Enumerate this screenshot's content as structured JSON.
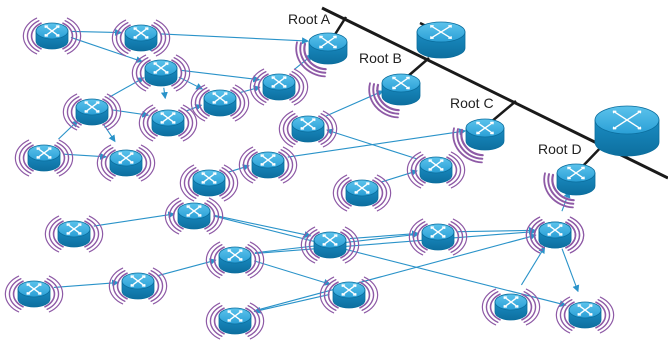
{
  "colors": {
    "backbone": "#1a1a1a",
    "link": "#2a93c9",
    "wave": "#8e5aa6",
    "router_top": "#3fb0df",
    "router_side": "#1380b5",
    "router_edge": "#0b6e9e",
    "router_arrows": "#ffffff"
  },
  "roots": [
    {
      "id": "root-a",
      "label": "Root A"
    },
    {
      "id": "root-b",
      "label": "Root B"
    },
    {
      "id": "root-c",
      "label": "Root C"
    },
    {
      "id": "root-d",
      "label": "Root D"
    }
  ],
  "backbone_routers": [
    {
      "id": "core-router-small"
    },
    {
      "id": "core-router-large"
    }
  ],
  "mesh_nodes": [
    {
      "id": "n1"
    },
    {
      "id": "n2"
    },
    {
      "id": "n3"
    },
    {
      "id": "n4"
    },
    {
      "id": "n5"
    },
    {
      "id": "n6"
    },
    {
      "id": "n7"
    },
    {
      "id": "n8"
    },
    {
      "id": "n9"
    },
    {
      "id": "n10"
    },
    {
      "id": "n11"
    },
    {
      "id": "n12"
    },
    {
      "id": "n13"
    },
    {
      "id": "n14"
    },
    {
      "id": "n15"
    },
    {
      "id": "n16"
    },
    {
      "id": "n17"
    },
    {
      "id": "n18"
    },
    {
      "id": "n19"
    },
    {
      "id": "n20"
    },
    {
      "id": "n21"
    },
    {
      "id": "n22"
    },
    {
      "id": "n23"
    },
    {
      "id": "n24"
    },
    {
      "id": "n25"
    },
    {
      "id": "n26"
    },
    {
      "id": "n27"
    }
  ],
  "links": [
    {
      "from": "n1",
      "to": "n2"
    },
    {
      "from": "n1",
      "to": "n3"
    },
    {
      "from": "n2",
      "to": "n3"
    },
    {
      "from": "n2",
      "to": "root-a"
    },
    {
      "from": "n3",
      "to": "n6"
    },
    {
      "from": "n3",
      "to": "n5"
    },
    {
      "from": "n3",
      "to": "n7"
    },
    {
      "from": "n4",
      "to": "n3"
    },
    {
      "from": "n4",
      "to": "n5"
    },
    {
      "from": "n4",
      "to": "n9"
    },
    {
      "from": "n5",
      "to": "n6"
    },
    {
      "from": "n6",
      "to": "n7"
    },
    {
      "from": "n7",
      "to": "root-a"
    },
    {
      "from": "n8",
      "to": "n4"
    },
    {
      "from": "n8",
      "to": "n9"
    },
    {
      "from": "n10",
      "to": "root-b"
    },
    {
      "from": "n11",
      "to": "n12"
    },
    {
      "from": "n12",
      "to": "n10"
    },
    {
      "from": "n13",
      "to": "n14"
    },
    {
      "from": "n14",
      "to": "root-c"
    },
    {
      "from": "n15",
      "to": "n16"
    },
    {
      "from": "n16",
      "to": "n17"
    },
    {
      "from": "n16",
      "to": "n27"
    },
    {
      "from": "n17",
      "to": "n18"
    },
    {
      "from": "n18",
      "to": "n19"
    },
    {
      "from": "n19",
      "to": "n20"
    },
    {
      "from": "n20",
      "to": "root-d"
    },
    {
      "from": "n21",
      "to": "n22"
    },
    {
      "from": "n22",
      "to": "n23"
    },
    {
      "from": "n23",
      "to": "n18"
    },
    {
      "from": "n23",
      "to": "n19"
    },
    {
      "from": "n23",
      "to": "n24"
    },
    {
      "from": "n24",
      "to": "n25"
    },
    {
      "from": "n25",
      "to": "n20"
    },
    {
      "from": "n26",
      "to": "n20"
    },
    {
      "from": "n20",
      "to": "n27"
    }
  ]
}
